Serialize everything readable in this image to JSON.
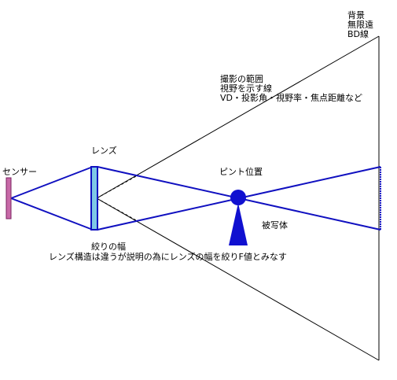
{
  "labels": {
    "background": [
      "背景",
      "無限遠",
      "BD線"
    ],
    "coverage": [
      "撮影の範囲",
      "視野を示す線",
      "VD・投影角・視野率・焦点距離など"
    ],
    "lens": "レンズ",
    "sensor": "センサー",
    "focus": "ピント位置",
    "subject": "被写体",
    "aperture": [
      "絞りの幅",
      "レンズ構造は違うが説明の為にレンズの幅を絞りF値とみなす"
    ]
  },
  "colors": {
    "ray_blue": "#1010c0",
    "lens_fill": "#7fc8e6",
    "lens_edge": "#1010c0",
    "sensor_fill": "#c86aa8",
    "sensor_edge": "#7a2060",
    "coverage_line": "#000000",
    "subject": "#1010d0"
  }
}
